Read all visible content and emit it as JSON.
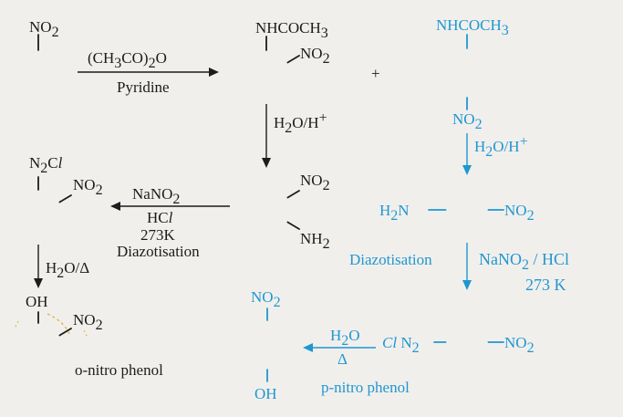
{
  "colors": {
    "black": "#1c1c1c",
    "blue": "#1f97d1",
    "paper": "#f1efec"
  },
  "nitrobenzene": {
    "group": "NO",
    "sub": "2"
  },
  "acetylation": {
    "reagent_a": "(CH",
    "reagent_b": "3",
    "reagent_c": "CO)",
    "reagent_d": "2",
    "reagent_e": "O",
    "solvent": "Pyridine"
  },
  "ortho_acetanilide": {
    "top_a": "NHCOCH",
    "top_b": "3",
    "side_a": "NO",
    "side_b": "2"
  },
  "plus_sign": "+",
  "para_acetanilide": {
    "top_a": "NHCOCH",
    "top_b": "3",
    "bottom_a": "NO",
    "bottom_b": "2"
  },
  "hydrolysis_left": {
    "a": "H",
    "b": "2",
    "c": "O/H",
    "d": "+"
  },
  "hydrolysis_right": {
    "a": "H",
    "b": "2",
    "c": "O/H",
    "d": "+"
  },
  "ortho_nitroaniline": {
    "no2_a": "NO",
    "no2_b": "2",
    "nh2_a": "NH",
    "nh2_b": "2"
  },
  "diazotisation_left": {
    "a": "NaNO",
    "b": "2",
    "hcl_a": "HC",
    "hcl_b": "l",
    "temp": "273K",
    "name": "Diazotisation"
  },
  "ortho_diazonium": {
    "top_a": "N",
    "top_b": "2",
    "top_c": "C",
    "top_d": "l",
    "side_a": "NO",
    "side_b": "2"
  },
  "decomposition_left": {
    "a": "H",
    "b": "2",
    "c": "O/Δ"
  },
  "ortho_nitrophenol": {
    "oh": "OH",
    "no2_a": "NO",
    "no2_b": "2",
    "name": "o-nitro phenol"
  },
  "para_nitroaniline": {
    "left_a": "H",
    "left_b": "2",
    "left_c": "N",
    "right_a": "NO",
    "right_b": "2"
  },
  "diazotisation_right": {
    "name": "Diazotisation",
    "a": "NaNO",
    "b": "2",
    "c": " / HCl",
    "temp": "273 K"
  },
  "para_diazonium": {
    "left_a": "C",
    "left_b": "l",
    "left_c": " N",
    "left_d": "2",
    "right_a": "NO",
    "right_b": "2"
  },
  "decomposition_right": {
    "a": "H",
    "b": "2",
    "c": "O",
    "heat": "Δ"
  },
  "para_nitrophenol": {
    "top_a": "NO",
    "top_b": "2",
    "bottom": "OH",
    "name": "p-nitro phenol"
  }
}
